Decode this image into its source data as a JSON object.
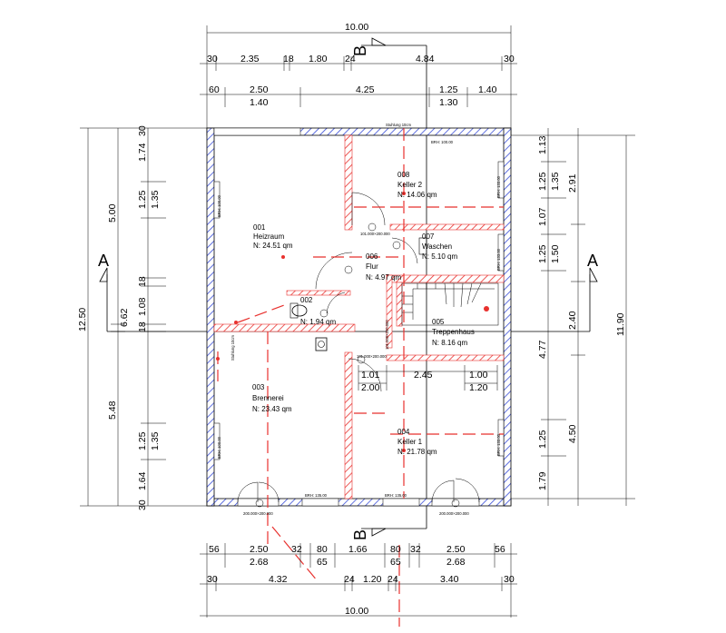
{
  "dims_top": {
    "total": "10.00",
    "row1": [
      "30",
      "2.35",
      "18",
      "1.80",
      "24",
      "4.84",
      "30"
    ],
    "row2": [
      "60",
      "2.50",
      "4.25",
      "1.25",
      "1.40"
    ],
    "row2b": [
      "1.40",
      "1.30"
    ]
  },
  "dims_bottom": {
    "row1": [
      "56",
      "2.50",
      "32",
      "80",
      "1.66",
      "80",
      "32",
      "2.50",
      "56"
    ],
    "row1b": [
      "2.68",
      "65",
      "65",
      "2.68"
    ],
    "row2": [
      "30",
      "4.32",
      "24",
      "1.20",
      "24",
      "3.40",
      "30"
    ],
    "total": "10.00"
  },
  "dims_left": {
    "outer": "12.50",
    "mid": [
      "5.00",
      "6.62",
      "5.48"
    ],
    "inner": [
      "30",
      "1.74",
      "1.25",
      "1.35",
      "18",
      "1.08",
      "18",
      "1.25",
      "1.35",
      "1.64",
      "30"
    ]
  },
  "dims_right": {
    "outer": "11.90",
    "mid": [
      "2.91",
      "2.40",
      "4.50"
    ],
    "inner": [
      "1.13",
      "1.25",
      "1.35",
      "1.07",
      "1.25",
      "1.50",
      "4.77",
      "1.25",
      "1.79"
    ]
  },
  "inner_dims": [
    "1.01",
    "2.45",
    "1.00",
    "2.00",
    "1.20"
  ],
  "section_markers": {
    "a_left": "A",
    "a_right": "A",
    "b_top": "B",
    "b_bottom": "B"
  },
  "rooms": [
    {
      "id": "001",
      "name": "Heizraum",
      "area": "N:  24.51  qm"
    },
    {
      "id": "002",
      "name": "",
      "area": "N:  1.94  qm"
    },
    {
      "id": "003",
      "name": "Brennerei",
      "area": "N:  23.43  qm"
    },
    {
      "id": "004",
      "name": "Keller 1",
      "area": "N:  21.78  qm"
    },
    {
      "id": "005",
      "name": "Treppenhaus",
      "area": "N:  8.16  qm"
    },
    {
      "id": "006",
      "name": "Flur",
      "area": "N:  4.97  qm"
    },
    {
      "id": "007",
      "name": "Waschen",
      "area": "N:  5.10  qm"
    },
    {
      "id": "008",
      "name": "Keller 2",
      "area": "N:  14.06  qm"
    }
  ],
  "window_labels": [
    "BRH: 100.00",
    "BRH: 135.00",
    "BRH: 135.00",
    "BRH: 100.00",
    "BRH: 133.00",
    "BRH: 133.00",
    "BRH: 133.00",
    "BRH: 100.00"
  ],
  "opening_labels": [
    "200.000×200.000",
    "200.000×200.000",
    "101.000×200.000",
    "101.000×200.000",
    "101.000×200.000"
  ],
  "misc_labels": {
    "top_small": "Stuhlung 10cm",
    "left_small": "Stuhlung 10cm"
  },
  "colors": {
    "wall_hatch": "#3a4fd8",
    "wall_red": "#e8312e",
    "line": "#000000"
  }
}
